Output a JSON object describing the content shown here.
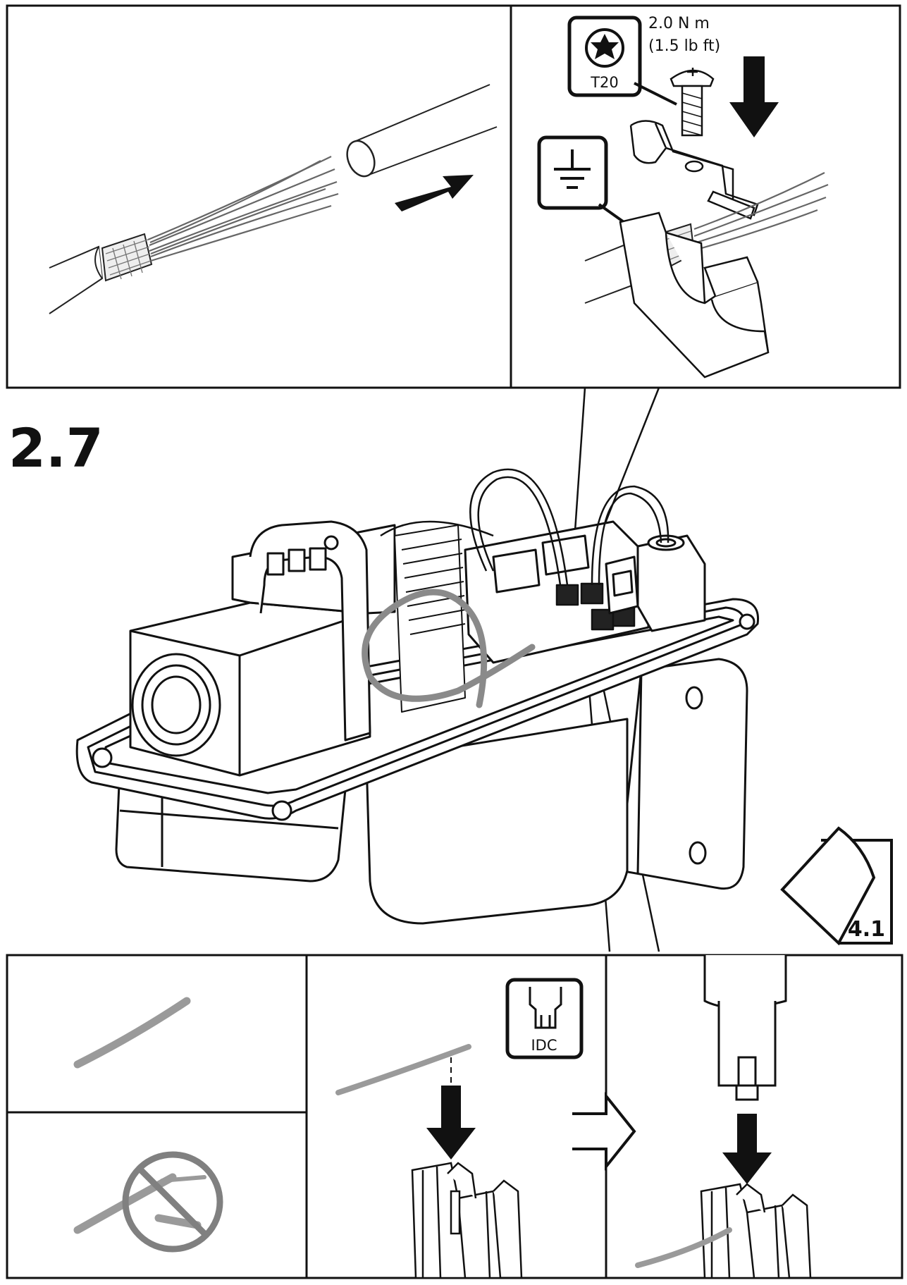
{
  "step": {
    "number": "2.7"
  },
  "torque": {
    "value": "2.0 N m",
    "imperial": "(1.5 lb ft)"
  },
  "tools": {
    "torx": "T20",
    "idc": "IDC"
  },
  "reference": {
    "section": "4.1"
  },
  "icons": [
    "torx-t20-icon",
    "ground-symbol-icon",
    "idc-tool-icon",
    "prohibited-icon",
    "page-reference-icon"
  ],
  "colors": {
    "line": "#111111",
    "wire": "#9a9a9a",
    "prohibit": "#808080"
  }
}
